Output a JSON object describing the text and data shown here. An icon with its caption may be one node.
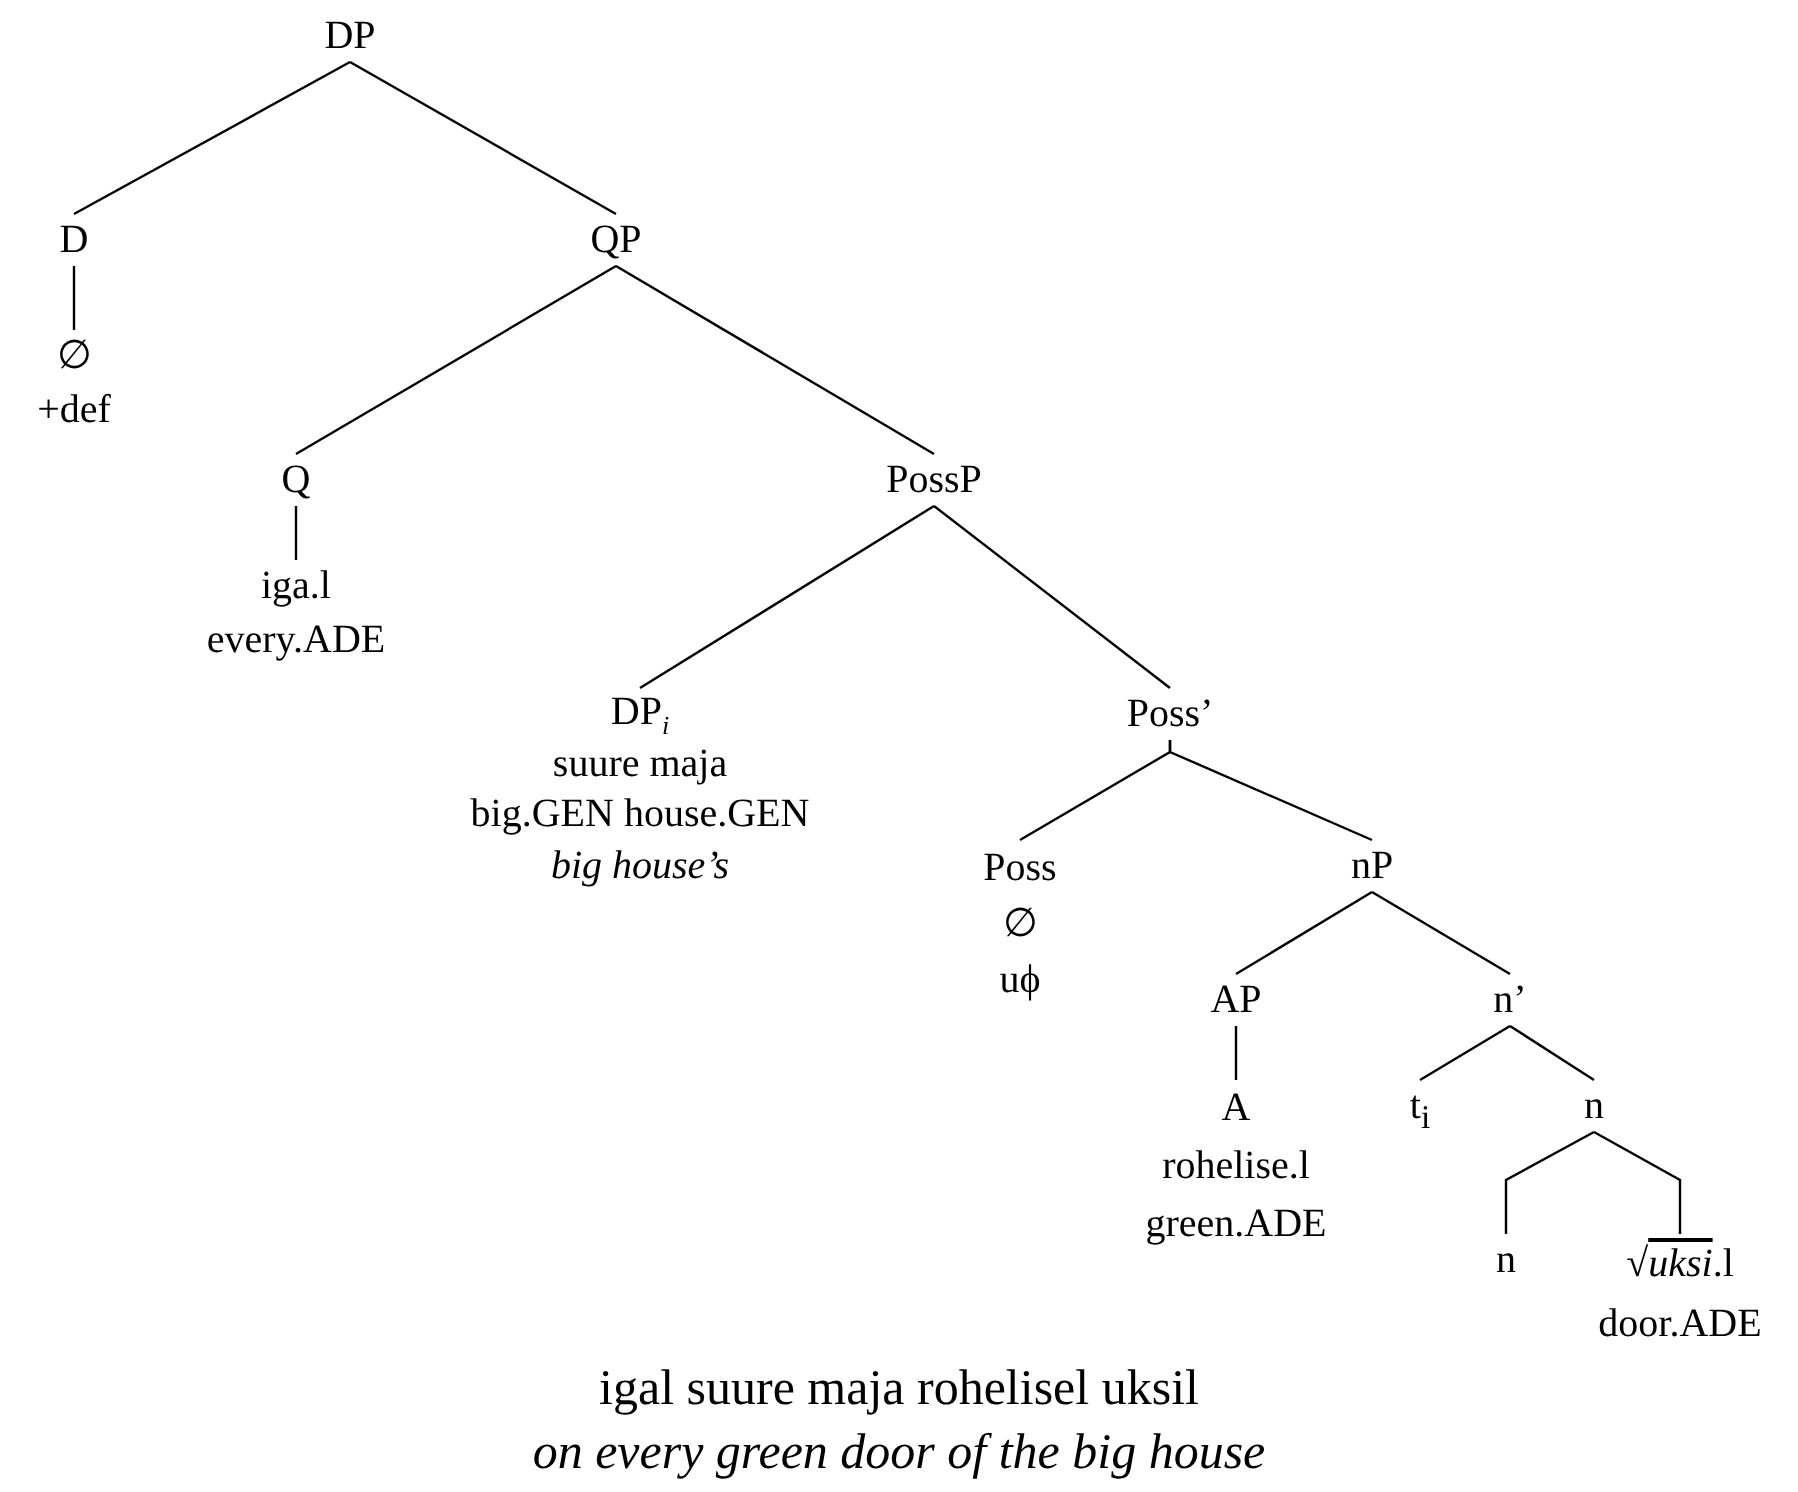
{
  "diagram": {
    "nodes": [
      {
        "text": [
          "DP"
        ]
      },
      {
        "text": [
          "D"
        ]
      },
      {
        "text": [
          "∅",
          "+def"
        ]
      },
      {
        "text": [
          "QP"
        ]
      },
      {
        "text": [
          "Q"
        ]
      },
      {
        "text": [
          "iga.l",
          "every.ADE"
        ]
      },
      {
        "text": [
          "PossP"
        ]
      },
      {
        "text": [
          "DP$_{i}$",
          "suure maja",
          "big.GEN house.GEN",
          "big house’s"
        ]
      },
      {
        "text": [
          "Poss’"
        ]
      },
      {
        "text": [
          "Poss",
          "∅",
          "uϕ"
        ]
      },
      {
        "text": [
          "nP"
        ]
      },
      {
        "text": [
          "AP"
        ]
      },
      {
        "text": [
          "A",
          "rohelise.l",
          "green.ADE"
        ]
      },
      {
        "text": [
          "n’"
        ]
      },
      {
        "text": [
          "t$_{i}$"
        ]
      },
      {
        "text": [
          "n"
        ]
      },
      {
        "text": [
          "n"
        ]
      },
      {
        "text": [
          "√*uksi*.l",
          "door.ADE"
        ]
      }
    ],
    "edges": [
      {
        "from": 0,
        "to": 1,
        "arrow": "none"
      },
      {
        "from": 0,
        "to": 3,
        "arrow": "none"
      },
      {
        "from": 1,
        "to": 2,
        "arrow": "none"
      },
      {
        "from": 3,
        "to": 4,
        "arrow": "none"
      },
      {
        "from": 3,
        "to": 6,
        "arrow": "none"
      },
      {
        "from": 4,
        "to": 5,
        "arrow": "none"
      },
      {
        "from": 6,
        "to": 7,
        "arrow": "none"
      },
      {
        "from": 6,
        "to": 8,
        "arrow": "none"
      },
      {
        "from": 8,
        "to": 9,
        "arrow": "none"
      },
      {
        "from": 8,
        "to": 10,
        "arrow": "none"
      },
      {
        "from": 10,
        "to": 11,
        "arrow": "none"
      },
      {
        "from": 10,
        "to": 13,
        "arrow": "none"
      },
      {
        "from": 11,
        "to": 12,
        "arrow": "none"
      },
      {
        "from": 13,
        "to": 14,
        "arrow": "none"
      },
      {
        "from": 13,
        "to": 15,
        "arrow": "none"
      },
      {
        "from": 15,
        "to": 16,
        "arrow": "none"
      },
      {
        "from": 15,
        "to": 17,
        "arrow": "none"
      }
    ],
    "labels": [
      "igal suure maja rohelisel uksil",
      "on every green door of the big house"
    ]
  }
}
